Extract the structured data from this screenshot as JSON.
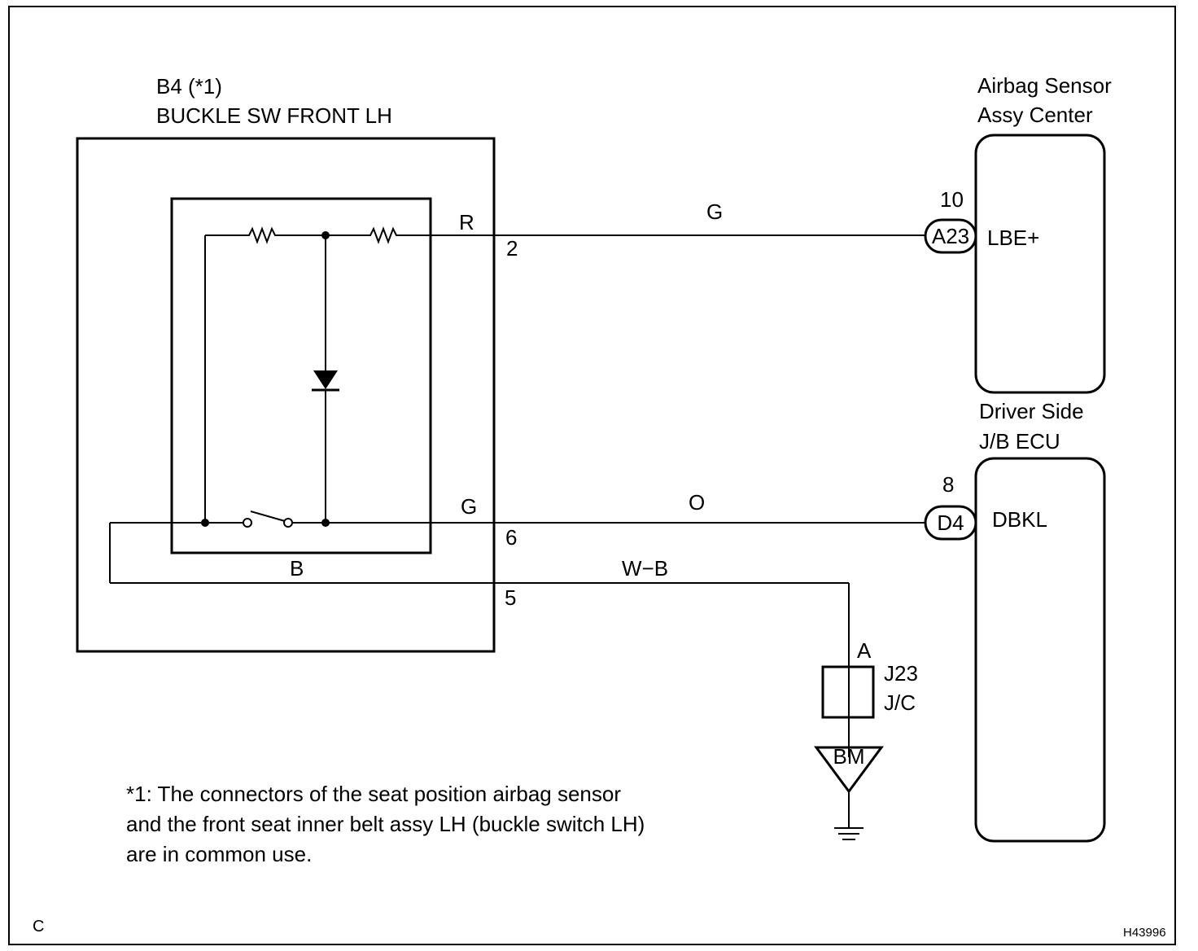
{
  "buckle_switch": {
    "code": "B4 (*1)",
    "name": "BUCKLE SW FRONT LH",
    "inner_wire_top": "R",
    "inner_wire_mid": "G",
    "inner_wire_bottom": "B",
    "pin_top": "2",
    "pin_mid": "6",
    "pin_bottom": "5"
  },
  "airbag_sensor": {
    "name_line1": "Airbag Sensor",
    "name_line2": "Assy Center",
    "pin": "10",
    "connector": "A23",
    "terminal": "LBE+"
  },
  "jb_ecu": {
    "name_line1": "Driver Side",
    "name_line2": "J/B ECU",
    "pin": "8",
    "connector": "D4",
    "terminal": "DBKL"
  },
  "wires": {
    "top": "G",
    "mid": "O",
    "bottom": "W−B"
  },
  "junction": {
    "pin": "A",
    "code": "J23",
    "name": "J/C",
    "ground": "BM"
  },
  "footnote": {
    "line1": "*1: The connectors of the seat position airbag sensor",
    "line2": "and the front seat inner belt assy LH (buckle switch LH)",
    "line3": "are in common use."
  },
  "corner_letter": "C",
  "figure_id": "H43996"
}
